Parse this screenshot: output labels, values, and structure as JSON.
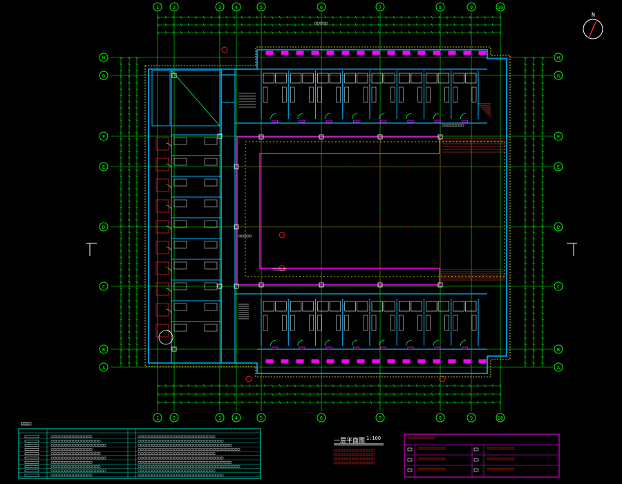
{
  "drawing": {
    "plan_title": "一层平面图",
    "plan_scale": "1:100",
    "north_label": "N"
  },
  "axes": {
    "vertical": [
      "1",
      "2",
      "3",
      "4",
      "5",
      "6",
      "7",
      "8",
      "9",
      "10"
    ],
    "horizontal_left": [
      "H",
      "G",
      "F",
      "E",
      "D",
      "C",
      "B",
      "A"
    ]
  },
  "colors": {
    "background": "#000000",
    "axis_grid": "#00ff00",
    "walls": "#00b4ff",
    "room_fill_lines": "#ffffff",
    "accent_magenta": "#ff00ff",
    "accent_red": "#ff2020",
    "dashed_gridline": "#ff0000",
    "legend_frame": "#00e0c0",
    "titleblock_frame": "#ff00ff"
  },
  "icons": {
    "north_arrow": "north-arrow-icon",
    "axis_bubble": "axis-bubble-icon"
  }
}
